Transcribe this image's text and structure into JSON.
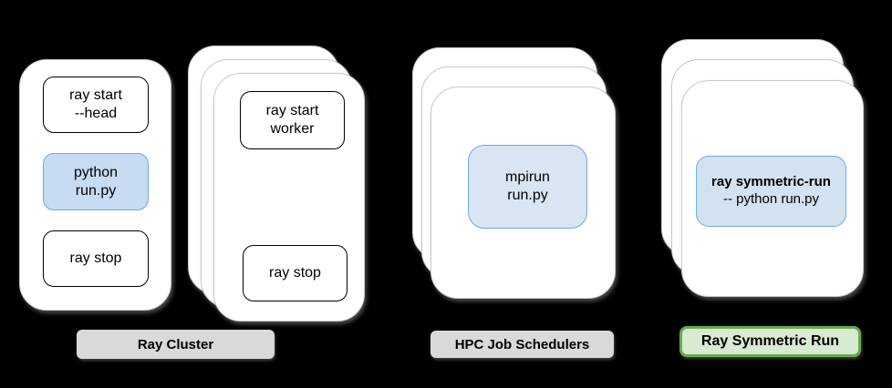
{
  "diagram": {
    "ray_cluster": {
      "label": "Ray Cluster",
      "head_node": {
        "ray_start_head": "ray start\n--head",
        "python_run": "python\nrun.py",
        "ray_stop": "ray stop"
      },
      "worker_node": {
        "ray_start_worker": "ray start\nworker",
        "ray_stop": "ray stop"
      }
    },
    "hpc": {
      "label": "HPC Job Schedulers",
      "mpirun_run": "mpirun\nrun.py"
    },
    "symmetric": {
      "label": "Ray Symmetric Run",
      "command": "ray symmetric-run",
      "command_args": "-- python run.py"
    }
  },
  "colors": {
    "background": "#000000",
    "card_fill": "#ffffff",
    "card_border": "#c9c9c9",
    "box_border": "#000000",
    "blue_border": "#6fa8dc",
    "blue_fill_head": "#c7dcf2",
    "blue_fill_hpc": "#d8e6f3",
    "blue_fill_sym": "#d2e2f1",
    "gray_label_fill": "#d9d9d9",
    "green_label_fill": "#d9ead3",
    "green_label_border": "#6aa84f",
    "text": "#000000"
  }
}
